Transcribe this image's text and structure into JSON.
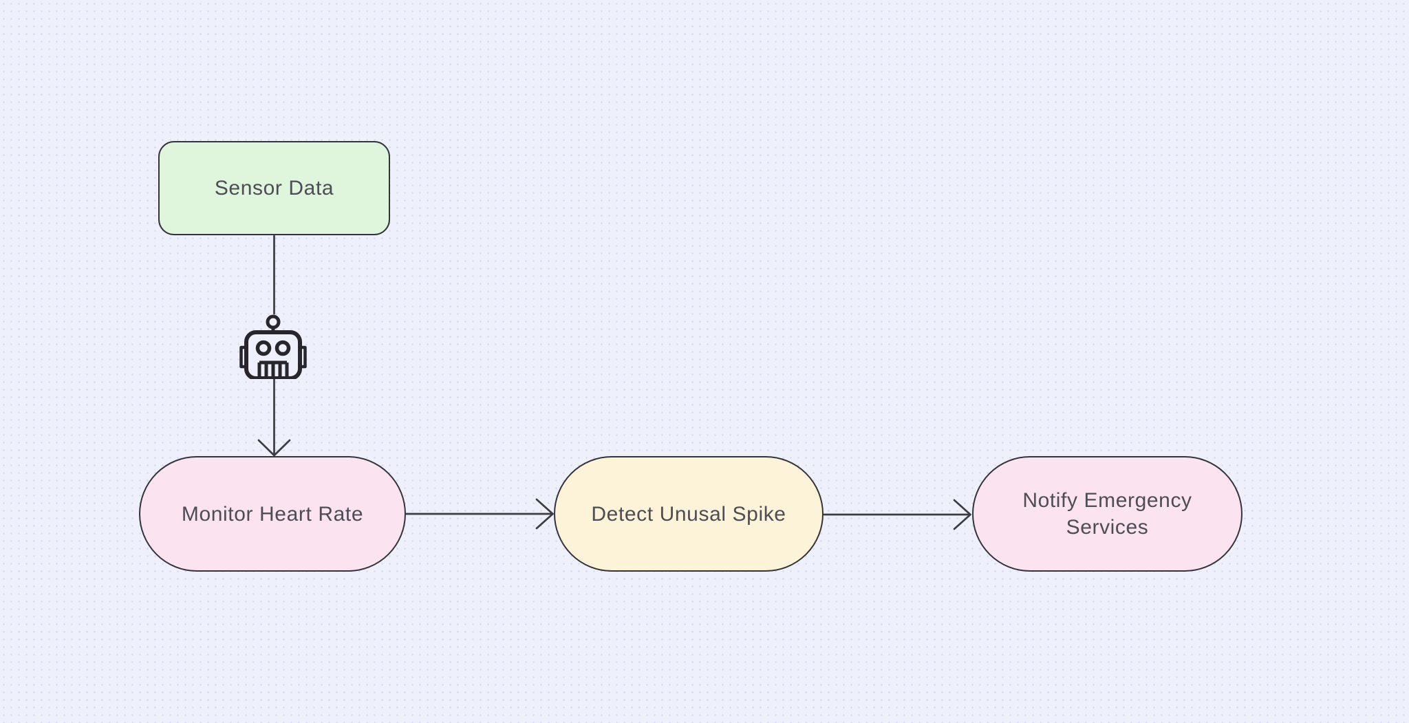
{
  "canvas": {
    "background_color": "#eef1fb",
    "dot_grid_color": "#cdd4ec",
    "edge_color": "#3c3c44",
    "icon_color": "#26262c",
    "text_color": "#4d4d55",
    "node_border_color": "#33333b"
  },
  "nodes": [
    {
      "id": "sensor-data",
      "label": "Sensor Data",
      "shape": "rounded-rectangle",
      "fill": "#dff5dc",
      "border": "#33333b"
    },
    {
      "id": "monitor-heart-rate",
      "label": "Monitor Heart Rate",
      "shape": "stadium",
      "fill": "#fbe3ef",
      "border": "#33333b"
    },
    {
      "id": "detect-unusal-spike",
      "label": "Detect Unusal Spike",
      "shape": "stadium",
      "fill": "#fdf3d8",
      "border": "#33333b"
    },
    {
      "id": "notify-emergency-services",
      "label": "Notify Emergency Services",
      "shape": "stadium",
      "fill": "#fbe3ef",
      "border": "#33333b"
    }
  ],
  "edges": [
    {
      "from": "sensor-data",
      "to": "monitor-heart-rate",
      "direction": "down",
      "arrowhead": "open-chevron",
      "icon": "robot-icon"
    },
    {
      "from": "monitor-heart-rate",
      "to": "detect-unusal-spike",
      "direction": "right",
      "arrowhead": "open-chevron"
    },
    {
      "from": "detect-unusal-spike",
      "to": "notify-emergency-services",
      "direction": "right",
      "arrowhead": "open-chevron"
    }
  ],
  "icons": [
    {
      "name": "robot-icon"
    }
  ]
}
